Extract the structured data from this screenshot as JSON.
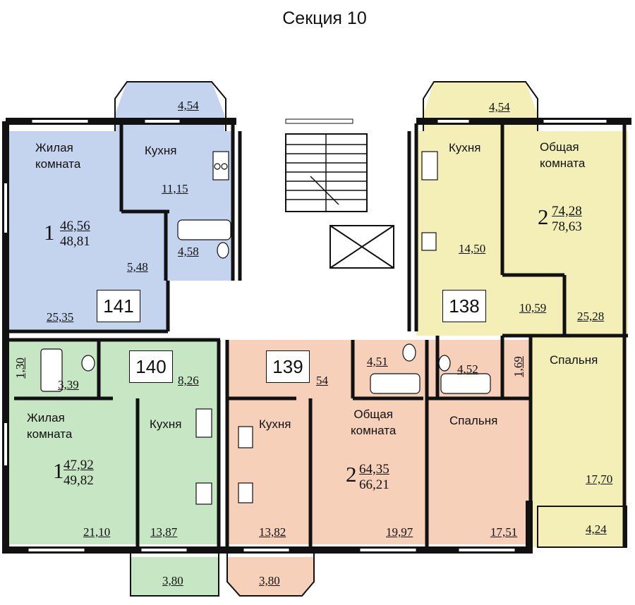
{
  "title": "Секция 10",
  "colors": {
    "apt141": "#c5d4ee",
    "apt140": "#c7e6c3",
    "apt139": "#f7d0ba",
    "apt138": "#f3efb6",
    "wall": "#111111",
    "corridor": "#ffffff"
  },
  "apartments": {
    "a141": {
      "number": "141",
      "rooms": "1",
      "living_area": "46,56",
      "total_area": "48,81",
      "living_room_label": "Жилая\nкомната",
      "living_room_area": "25,35",
      "kitchen_label": "Кухня",
      "kitchen_area": "11,15",
      "hall_area": "5,48",
      "bath_area": "4,58",
      "balcony_area": "4,54"
    },
    "a140": {
      "number": "140",
      "rooms": "1",
      "living_area": "47,92",
      "total_area": "49,82",
      "living_room_label": "Жилая\nкомната",
      "living_room_area": "21,10",
      "kitchen_label": "Кухня",
      "kitchen_area": "13,87",
      "hall_area": "8,26",
      "bath_area": "3,39",
      "wc_area": "1,30",
      "balcony_area": "3,80"
    },
    "a139": {
      "number": "139",
      "rooms": "2",
      "living_area": "64,35",
      "total_area": "66,21",
      "kitchen_label": "Кухня",
      "kitchen_area": "13,82",
      "common_room_label": "Общая\nкомната",
      "common_room_area": "19,97",
      "bedroom_label": "Спальня",
      "bedroom_area": "17,51",
      "hall_area": "54",
      "bath_area": "4,51",
      "balcony_area": "3,80"
    },
    "a138": {
      "number": "138",
      "rooms": "2",
      "living_area": "74,28",
      "total_area": "78,63",
      "kitchen_label": "Кухня",
      "kitchen_area": "14,50",
      "common_room_label": "Общая\nкомната",
      "common_room_area": "25,28",
      "bedroom_label": "Спальня",
      "bedroom_area": "17,70",
      "hall_area": "10,59",
      "bath_area": "4,52",
      "wc_area": "1,69",
      "balcony_top_area": "4,54",
      "balcony_bottom_area": "4,24"
    }
  }
}
